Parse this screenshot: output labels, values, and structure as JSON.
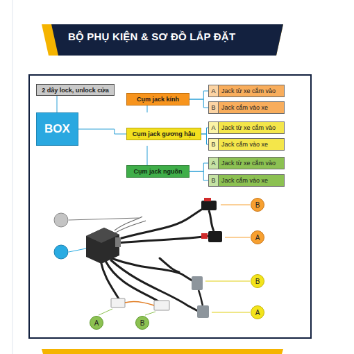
{
  "diagram": {
    "title": "BỘ PHỤ KIỆN & SƠ ĐỒ LẮP ĐẶT",
    "nodes": [
      {
        "text": [
          "2 dây lock, unlock cửa"
        ]
      },
      {
        "text": [
          "BOX"
        ]
      },
      {
        "text": [
          "Cụm jack kính"
        ]
      },
      {
        "text": [
          "A",
          "Jack từ xe cắm vào"
        ]
      },
      {
        "text": [
          "B",
          "Jack cắm vào xe"
        ]
      },
      {
        "text": [
          "Cụm jack gương hậu"
        ]
      },
      {
        "text": [
          "A",
          "Jack từ xe cắm vào"
        ]
      },
      {
        "text": [
          "B",
          "Jack cắm vào xe"
        ]
      },
      {
        "text": [
          "Cụm jack nguồn"
        ]
      },
      {
        "text": [
          "A",
          "Jack từ xe cắm vào"
        ]
      },
      {
        "text": [
          "B",
          "Jack cắm vào xe"
        ]
      },
      {
        "text": [
          "B"
        ]
      },
      {
        "text": [
          "A"
        ]
      },
      {
        "text": [
          "B"
        ]
      },
      {
        "text": [
          "A"
        ]
      },
      {
        "text": [
          "A"
        ]
      },
      {
        "text": [
          "B"
        ]
      }
    ],
    "edges": [
      {
        "from": 1,
        "to": 0,
        "arrow": "none"
      },
      {
        "from": 1,
        "to": 2,
        "arrow": "none"
      },
      {
        "from": 1,
        "to": 5,
        "arrow": "none"
      },
      {
        "from": 1,
        "to": 8,
        "arrow": "none"
      },
      {
        "from": 2,
        "to": 3,
        "arrow": "none"
      },
      {
        "from": 2,
        "to": 4,
        "arrow": "none"
      },
      {
        "from": 5,
        "to": 6,
        "arrow": "none"
      },
      {
        "from": 5,
        "to": 7,
        "arrow": "none"
      },
      {
        "from": 8,
        "to": 9,
        "arrow": "none"
      },
      {
        "from": 8,
        "to": 10,
        "arrow": "none"
      }
    ]
  }
}
